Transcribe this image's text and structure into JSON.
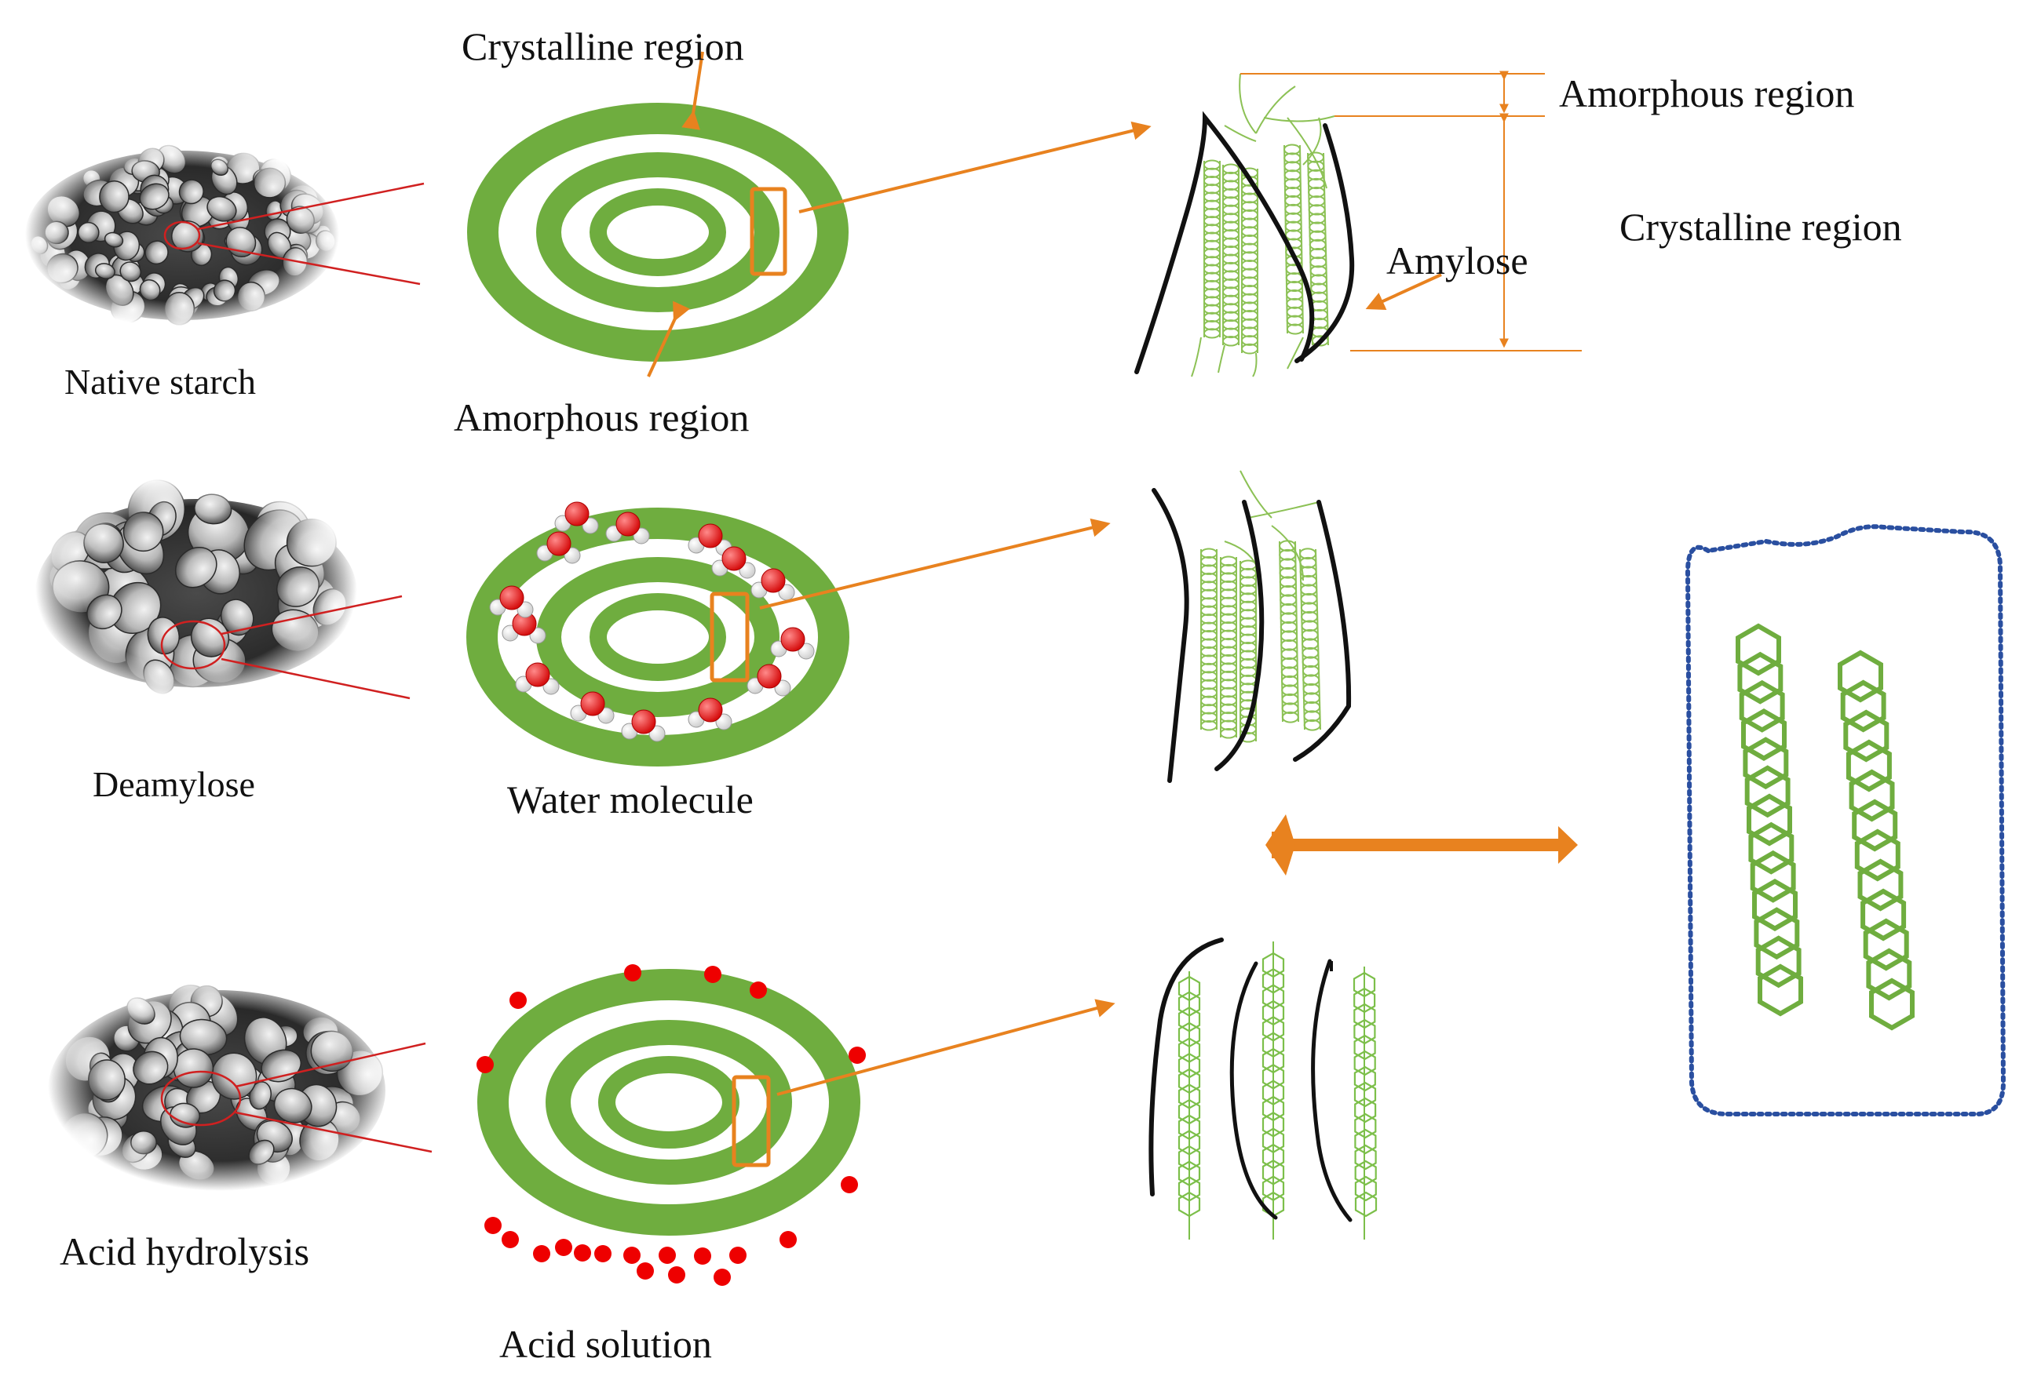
{
  "rows": [
    {
      "sample_label": "Native starch",
      "top_label": "Crystalline region",
      "bottom_label": "Amorphous region",
      "detail": {
        "amorphous_label": "Amorphous region",
        "crystalline_label": "Crystalline region",
        "amylose_label": "Amylose"
      }
    },
    {
      "sample_label": "Deamylose",
      "bottom_label": "Water molecule"
    },
    {
      "sample_label": "Acid hydrolysis",
      "bottom_label": "Acid solution"
    }
  ],
  "colors": {
    "ring": "#6fad3f",
    "arrow": "#e8821f",
    "pointer": "#d02020",
    "chain": "#8cc155",
    "hexagon": "#6fad3f",
    "water_oxygen": "#e51c1c",
    "water_hydrogen": "#ffffff",
    "acid": "#ee0000",
    "dotted_box": "#2a4fa0",
    "strand": "#111111"
  }
}
